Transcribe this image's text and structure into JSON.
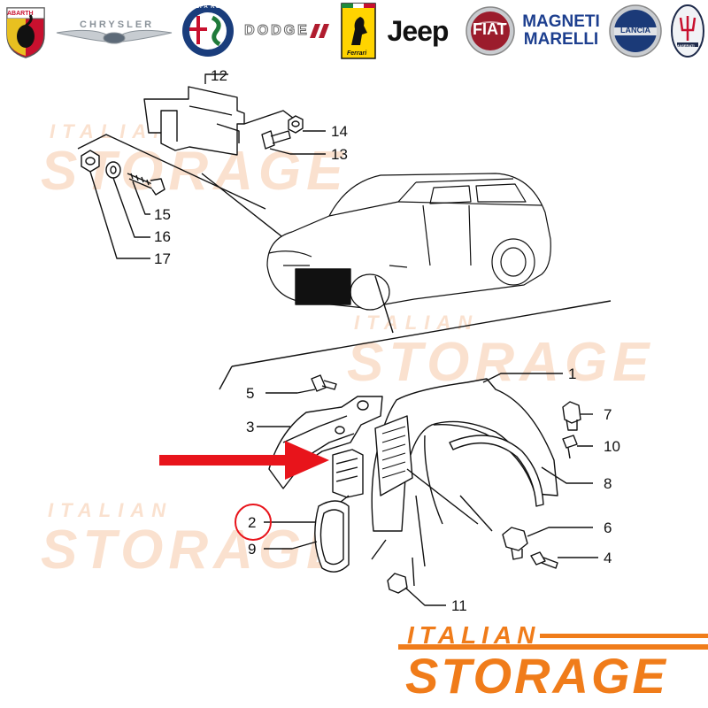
{
  "brands": [
    {
      "name": "ABARTH",
      "icon": "abarth-scorpion-shield-icon",
      "color": "#c8102e"
    },
    {
      "name": "CHRYSLER",
      "icon": "chrysler-wings-icon",
      "color": "#9aa3ab"
    },
    {
      "name": "ALFA ROMEO",
      "icon": "alfa-romeo-roundel-icon",
      "color": "#1a3d7c"
    },
    {
      "name": "DODGE",
      "icon": "dodge-wordmark-icon",
      "color": "#b01c2e"
    },
    {
      "name": "Ferrari",
      "icon": "ferrari-prancing-horse-icon",
      "color": "#ffd400"
    },
    {
      "name": "Jeep",
      "icon": "jeep-wordmark-icon",
      "color": "#111111"
    },
    {
      "name": "FIAT",
      "icon": "fiat-badge-icon",
      "color": "#9b1c2c"
    },
    {
      "name": "MAGNETI MARELLI",
      "icon": "magneti-marelli-wordmark-icon",
      "color": "#1d3f8f"
    },
    {
      "name": "LANCIA",
      "icon": "lancia-shield-icon",
      "color": "#1b3a78"
    },
    {
      "name": "MASERATI",
      "icon": "maserati-trident-icon",
      "color": "#1e2a4a"
    }
  ],
  "callouts": [
    "12",
    "14",
    "13",
    "15",
    "16",
    "17",
    "1",
    "5",
    "3",
    "7",
    "10",
    "8",
    "2",
    "9",
    "6",
    "4",
    "11"
  ],
  "watermark": {
    "small": "ITALIAN",
    "big": "STORAGE"
  },
  "footer_logo": {
    "line1": "ITALIAN",
    "line2": "STORAGE",
    "color": "#f07c1a"
  },
  "colors": {
    "arrow": "#e8141b",
    "highlight_ring": "#e8141b",
    "line": "#111111"
  }
}
